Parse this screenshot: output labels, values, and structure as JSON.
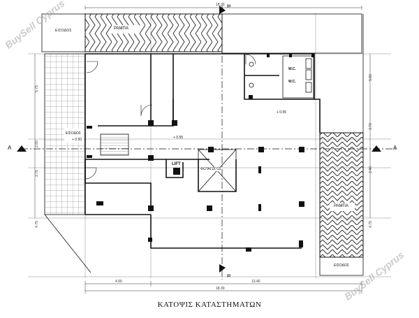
{
  "title": "ΚΑΤΟΨΙΣ ΚΑΤΑΣΤΗΜΑΤΩΝ",
  "watermarks": {
    "top_left": "BuySell Cyprus",
    "bottom_right": "BuySell Cyprus"
  },
  "labels": {
    "entrance_top": "ΕΙΣΟΔΟΣ",
    "ramp_top": "ΡΑΜΠΑ",
    "entrance_left": "ΕΙΣΟΔΟΣ",
    "ramp_right": "ΡΑΜΠΑ",
    "entrance_bottom": "ΕΙΣΟΔΟΣ",
    "wc1": "W.C.",
    "wc2": "W.C.",
    "lift": "LIFT",
    "skylight": "ΦΩΤΑΓΩΓΟΣ",
    "level_1": "+ 0.55",
    "level_2": "+ 0.55",
    "level_3": "+ 0.50",
    "section_a_left": "A",
    "section_a_right": "A",
    "section_b_top": "B",
    "section_b_bottom": "B"
  },
  "dimensions": {
    "top_total": "18.30",
    "bottom_total": "18.30",
    "bottom_left": "4.90",
    "bottom_right": "13.40",
    "left_1": "5.75",
    "left_2": "2.60",
    "left_3": "2.75",
    "left_4": "4.75",
    "right_1": "5.80",
    "right_2": "3.70",
    "right_3": "2.40",
    "right_4": "4.75"
  },
  "colors": {
    "line": "#111111",
    "hatch": "#333333",
    "grid": "#777777",
    "watermark": "#a0a0a0"
  }
}
